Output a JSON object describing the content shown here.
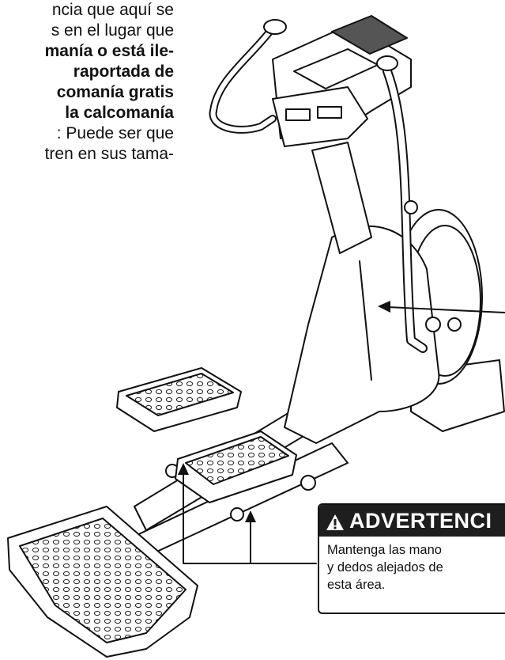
{
  "intro_lines": [
    {
      "text": "ncia que aquí se",
      "bold": false
    },
    {
      "text": "s en el lugar que",
      "bold": false
    },
    {
      "text": "manía o está ile-",
      "bold": true
    },
    {
      "text": "raportada de",
      "bold": true
    },
    {
      "text": "comanía gratis",
      "bold": true
    },
    {
      "text": "la calcomanía",
      "bold": true
    },
    {
      "text": ": Puede ser que",
      "bold": false
    },
    {
      "text": "tren en sus tama-",
      "bold": false
    }
  ],
  "warning": {
    "title": "ADVERTENCI",
    "lines": [
      "Mantenga las mano",
      "y dedos alejados de",
      "esta área."
    ]
  }
}
